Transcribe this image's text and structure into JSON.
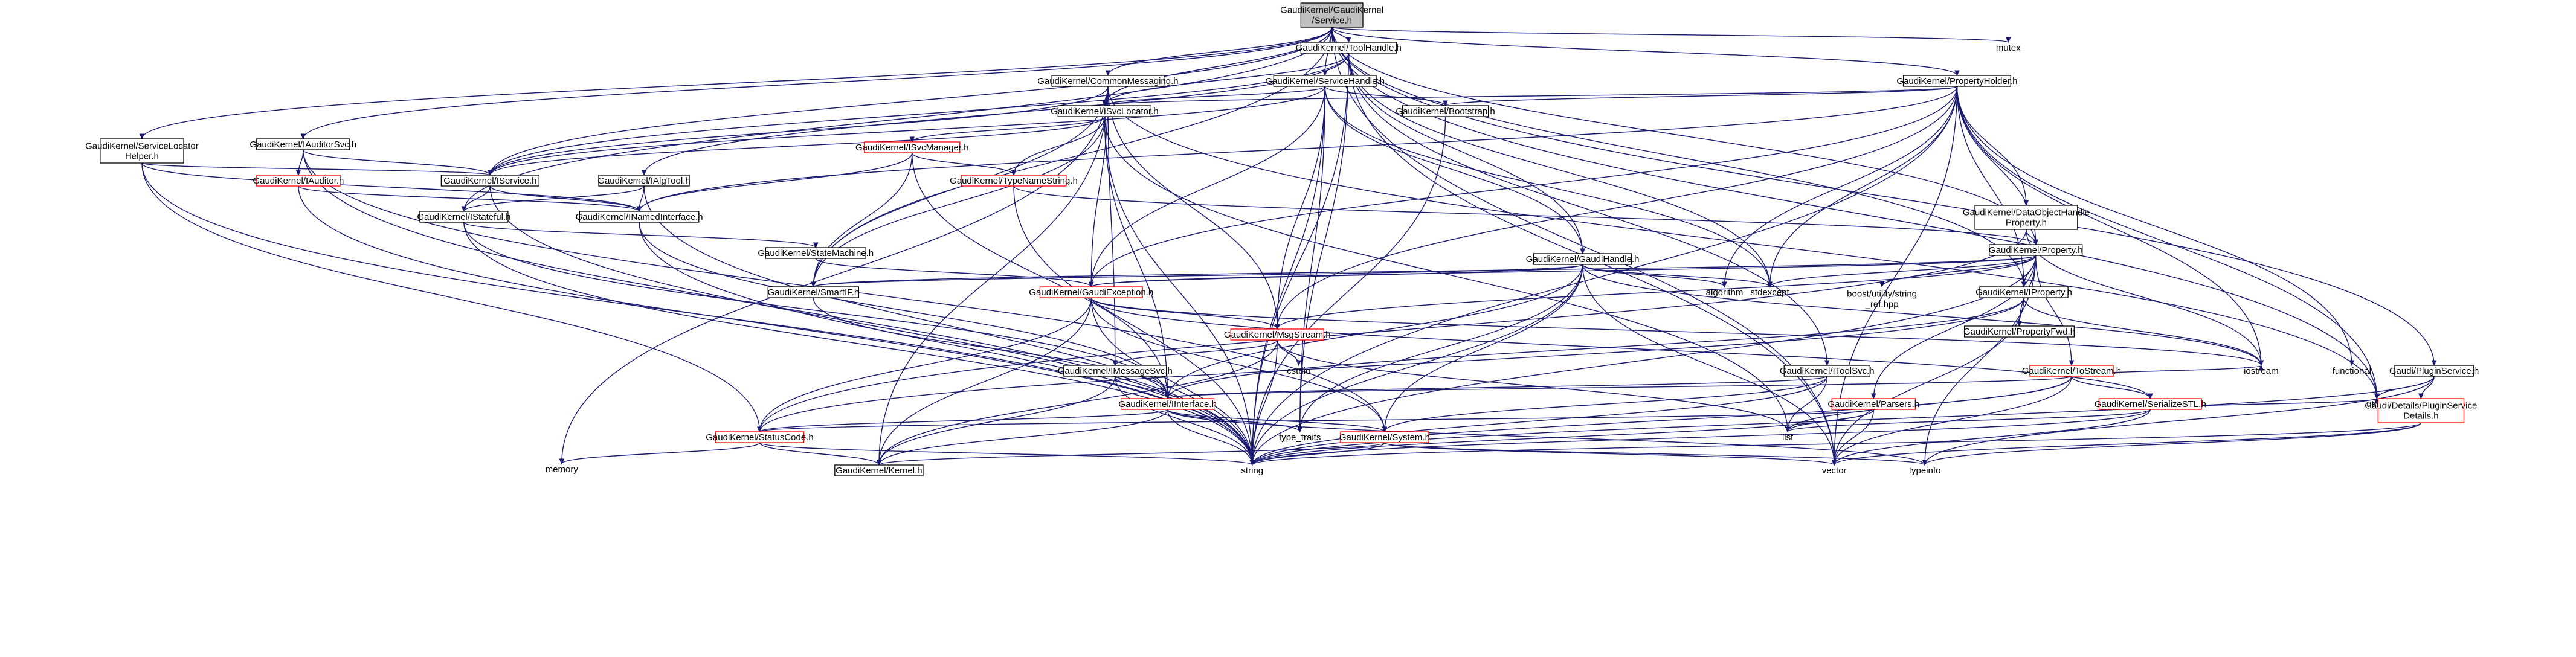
{
  "colors": {
    "edge": "#191970",
    "root_fill": "#bfbfbf",
    "node_border": "#000000",
    "missing_border": "#ff0000",
    "system_text": "#000000"
  },
  "nodes": [
    {
      "id": "svc",
      "label": [
        "GaudiKernel/GaudiKernel",
        "/Service.h"
      ],
      "kind": "root"
    },
    {
      "id": "toolhandle",
      "label": [
        "GaudiKernel/ToolHandle.h"
      ],
      "kind": "black"
    },
    {
      "id": "mutex",
      "label": [
        "mutex"
      ],
      "kind": "plain"
    },
    {
      "id": "commonmsg",
      "label": [
        "GaudiKernel/CommonMessaging.h"
      ],
      "kind": "black"
    },
    {
      "id": "servicehandle",
      "label": [
        "GaudiKernel/ServiceHandle.h"
      ],
      "kind": "black"
    },
    {
      "id": "propholder",
      "label": [
        "GaudiKernel/PropertyHolder.h"
      ],
      "kind": "black"
    },
    {
      "id": "isvclocator",
      "label": [
        "GaudiKernel/ISvcLocator.h"
      ],
      "kind": "black"
    },
    {
      "id": "bootstrap",
      "label": [
        "GaudiKernel/Bootstrap.h"
      ],
      "kind": "black"
    },
    {
      "id": "svclochelper",
      "label": [
        "GaudiKernel/ServiceLocator",
        "Helper.h"
      ],
      "kind": "black"
    },
    {
      "id": "iauditorsvc",
      "label": [
        "GaudiKernel/IAuditorSvc.h"
      ],
      "kind": "black"
    },
    {
      "id": "isvcmanager",
      "label": [
        "GaudiKernel/ISvcManager.h"
      ],
      "kind": "red"
    },
    {
      "id": "iauditor",
      "label": [
        "GaudiKernel/IAuditor.h"
      ],
      "kind": "red"
    },
    {
      "id": "iservice",
      "label": [
        "GaudiKernel/IService.h"
      ],
      "kind": "black"
    },
    {
      "id": "ialgtool",
      "label": [
        "GaudiKernel/IAlgTool.h"
      ],
      "kind": "black"
    },
    {
      "id": "typenamestr",
      "label": [
        "GaudiKernel/TypeNameString.h"
      ],
      "kind": "red"
    },
    {
      "id": "inamed",
      "label": [
        "GaudiKernel/INamedInterface.h"
      ],
      "kind": "black"
    },
    {
      "id": "istateful",
      "label": [
        "GaudiKernel/IStateful.h"
      ],
      "kind": "black"
    },
    {
      "id": "statemachine",
      "label": [
        "GaudiKernel/StateMachine.h"
      ],
      "kind": "black"
    },
    {
      "id": "dataobjhandle",
      "label": [
        "GaudiKernel/DataObjectHandle",
        "Property.h"
      ],
      "kind": "black"
    },
    {
      "id": "property",
      "label": [
        "GaudiKernel/Property.h"
      ],
      "kind": "black"
    },
    {
      "id": "gaudihandle",
      "label": [
        "GaudiKernel/GaudiHandle.h"
      ],
      "kind": "black"
    },
    {
      "id": "smartif",
      "label": [
        "GaudiKernel/SmartIF.h"
      ],
      "kind": "black"
    },
    {
      "id": "gaudiexc",
      "label": [
        "GaudiKernel/GaudiException.h"
      ],
      "kind": "red"
    },
    {
      "id": "algorithm",
      "label": [
        "algorithm"
      ],
      "kind": "plain"
    },
    {
      "id": "stdexcept",
      "label": [
        "stdexcept"
      ],
      "kind": "plain"
    },
    {
      "id": "boostutil",
      "label": [
        "boost/utility/string",
        "_ref.hpp"
      ],
      "kind": "plain"
    },
    {
      "id": "iproperty",
      "label": [
        "GaudiKernel/IProperty.h"
      ],
      "kind": "black"
    },
    {
      "id": "propfwd",
      "label": [
        "GaudiKernel/PropertyFwd.h"
      ],
      "kind": "black"
    },
    {
      "id": "msgstream",
      "label": [
        "GaudiKernel/MsgStream.h"
      ],
      "kind": "red"
    },
    {
      "id": "cstdio",
      "label": [
        "cstdio"
      ],
      "kind": "plain"
    },
    {
      "id": "imessagesvc",
      "label": [
        "GaudiKernel/IMessageSvc.h"
      ],
      "kind": "black"
    },
    {
      "id": "itoolsvc",
      "label": [
        "GaudiKernel/IToolSvc.h"
      ],
      "kind": "black"
    },
    {
      "id": "tostream",
      "label": [
        "GaudiKernel/ToStream.h"
      ],
      "kind": "red"
    },
    {
      "id": "parsers",
      "label": [
        "GaudiKernel/Parsers.h"
      ],
      "kind": "red"
    },
    {
      "id": "serialstl",
      "label": [
        "GaudiKernel/SerializeSTL.h"
      ],
      "kind": "red"
    },
    {
      "id": "iostream",
      "label": [
        "iostream"
      ],
      "kind": "plain"
    },
    {
      "id": "functional",
      "label": [
        "functional"
      ],
      "kind": "plain"
    },
    {
      "id": "iinterface",
      "label": [
        "GaudiKernel/IInterface.h"
      ],
      "kind": "red"
    },
    {
      "id": "typetraits",
      "label": [
        "type_traits"
      ],
      "kind": "plain"
    },
    {
      "id": "list",
      "label": [
        "list"
      ],
      "kind": "plain"
    },
    {
      "id": "statuscode",
      "label": [
        "GaudiKernel/StatusCode.h"
      ],
      "kind": "red"
    },
    {
      "id": "system",
      "label": [
        "GaudiKernel/System.h"
      ],
      "kind": "red"
    },
    {
      "id": "utility",
      "label": [
        "utility"
      ],
      "kind": "plain"
    },
    {
      "id": "memory",
      "label": [
        "memory"
      ],
      "kind": "plain"
    },
    {
      "id": "kernel",
      "label": [
        "GaudiKernel/Kernel.h"
      ],
      "kind": "black"
    },
    {
      "id": "string",
      "label": [
        "string"
      ],
      "kind": "plain"
    },
    {
      "id": "vector",
      "label": [
        "vector"
      ],
      "kind": "plain"
    },
    {
      "id": "typeinfo",
      "label": [
        "typeinfo"
      ],
      "kind": "plain"
    },
    {
      "id": "pluginsvc",
      "label": [
        "Gaudi/PluginService.h"
      ],
      "kind": "black"
    },
    {
      "id": "plugindetails",
      "label": [
        "Gaudi/Details/PluginService",
        "Details.h"
      ],
      "kind": "red"
    }
  ]
}
